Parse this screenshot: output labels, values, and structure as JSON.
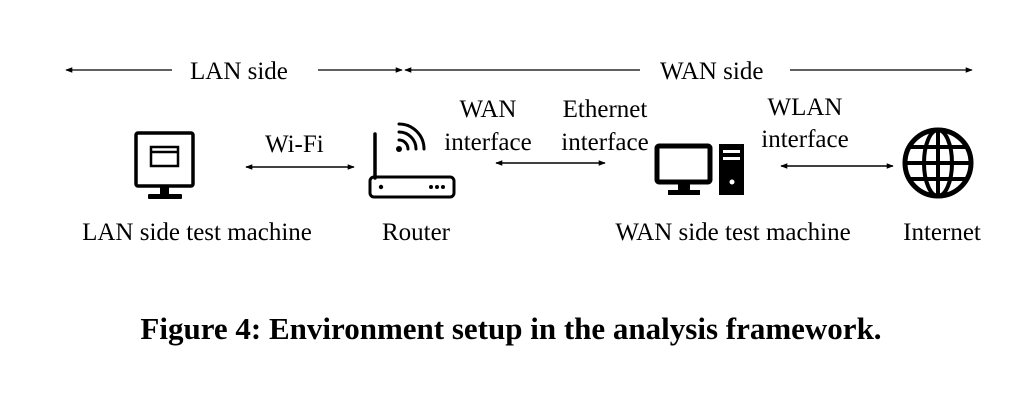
{
  "zones": {
    "lan_side": "LAN side",
    "wan_side": "WAN side"
  },
  "nodes": {
    "lan_machine": "LAN side test machine",
    "router": "Router",
    "wan_machine": "WAN side test machine",
    "internet": "Internet"
  },
  "links": {
    "wifi": "Wi-Fi",
    "wan_interface": [
      "WAN",
      "interface"
    ],
    "ethernet_interface": [
      "Ethernet",
      "interface"
    ],
    "wlan_interface": [
      "WLAN",
      "interface"
    ]
  },
  "icons": {
    "lan_machine": "monitor-icon",
    "router": "wifi-router-icon",
    "wan_machine": "desktop-computer-icon",
    "internet": "globe-icon"
  },
  "caption": "Figure 4: Environment setup in the analysis framework."
}
